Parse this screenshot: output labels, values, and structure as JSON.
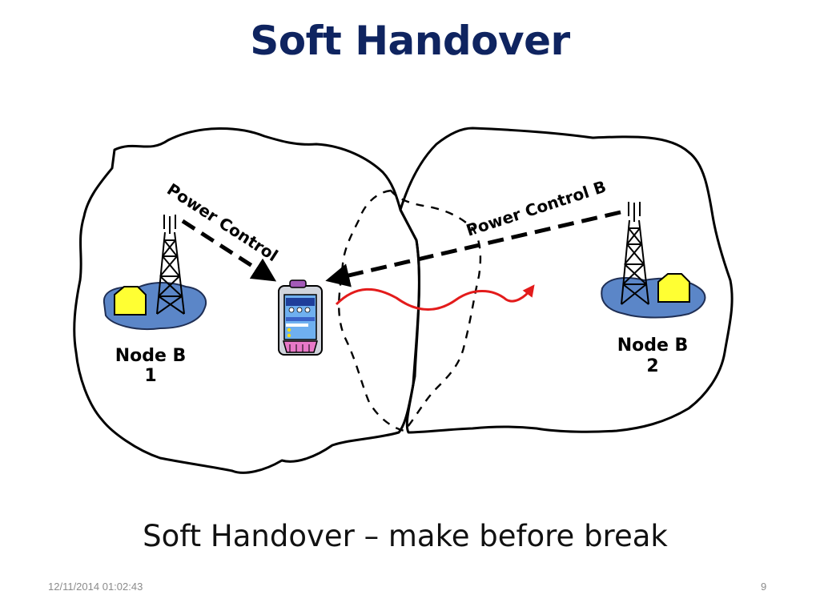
{
  "slide": {
    "title": "Soft Handover",
    "caption": "Soft Handover – make before break",
    "footer_date": "12/11/2014 01:02:43",
    "page_number": "9"
  },
  "diagram": {
    "node_b1": {
      "label_line1": "Node B",
      "label_line2": "1"
    },
    "node_b2": {
      "label_line1": "Node B",
      "label_line2": "2"
    },
    "power_control_a": "Power Control",
    "power_control_b": "Power Control B"
  },
  "colors": {
    "title": "#0f2460",
    "pond": "#5b86c8",
    "building": "#ffff33",
    "movement_arrow": "#e31b1b",
    "footer_text": "#8b8b8b"
  },
  "icons": [
    "cell-tower-icon",
    "building-icon",
    "mobile-phone-icon"
  ]
}
